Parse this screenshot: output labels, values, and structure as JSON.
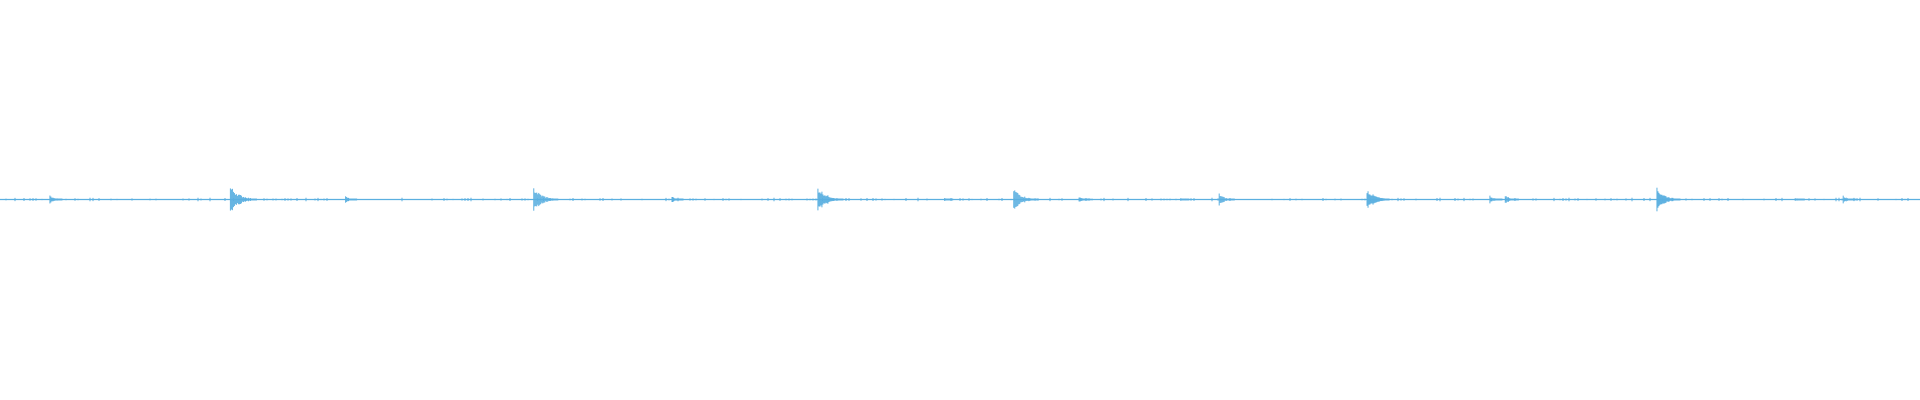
{
  "waveform": {
    "color": "#5aafe0",
    "background": "#ffffff",
    "duration_fraction_markers": [
      {
        "position": 0.026,
        "strength": 0.3
      },
      {
        "position": 0.12,
        "strength": 1.0
      },
      {
        "position": 0.18,
        "strength": 0.25
      },
      {
        "position": 0.278,
        "strength": 0.9
      },
      {
        "position": 0.35,
        "strength": 0.25
      },
      {
        "position": 0.426,
        "strength": 0.95
      },
      {
        "position": 0.492,
        "strength": 0.12
      },
      {
        "position": 0.528,
        "strength": 0.85
      },
      {
        "position": 0.562,
        "strength": 0.25
      },
      {
        "position": 0.615,
        "strength": 0.12
      },
      {
        "position": 0.635,
        "strength": 0.45
      },
      {
        "position": 0.712,
        "strength": 0.8
      },
      {
        "position": 0.776,
        "strength": 0.3
      },
      {
        "position": 0.784,
        "strength": 0.35
      },
      {
        "position": 0.863,
        "strength": 0.85
      },
      {
        "position": 0.935,
        "strength": 0.15
      },
      {
        "position": 0.96,
        "strength": 0.3
      }
    ]
  }
}
